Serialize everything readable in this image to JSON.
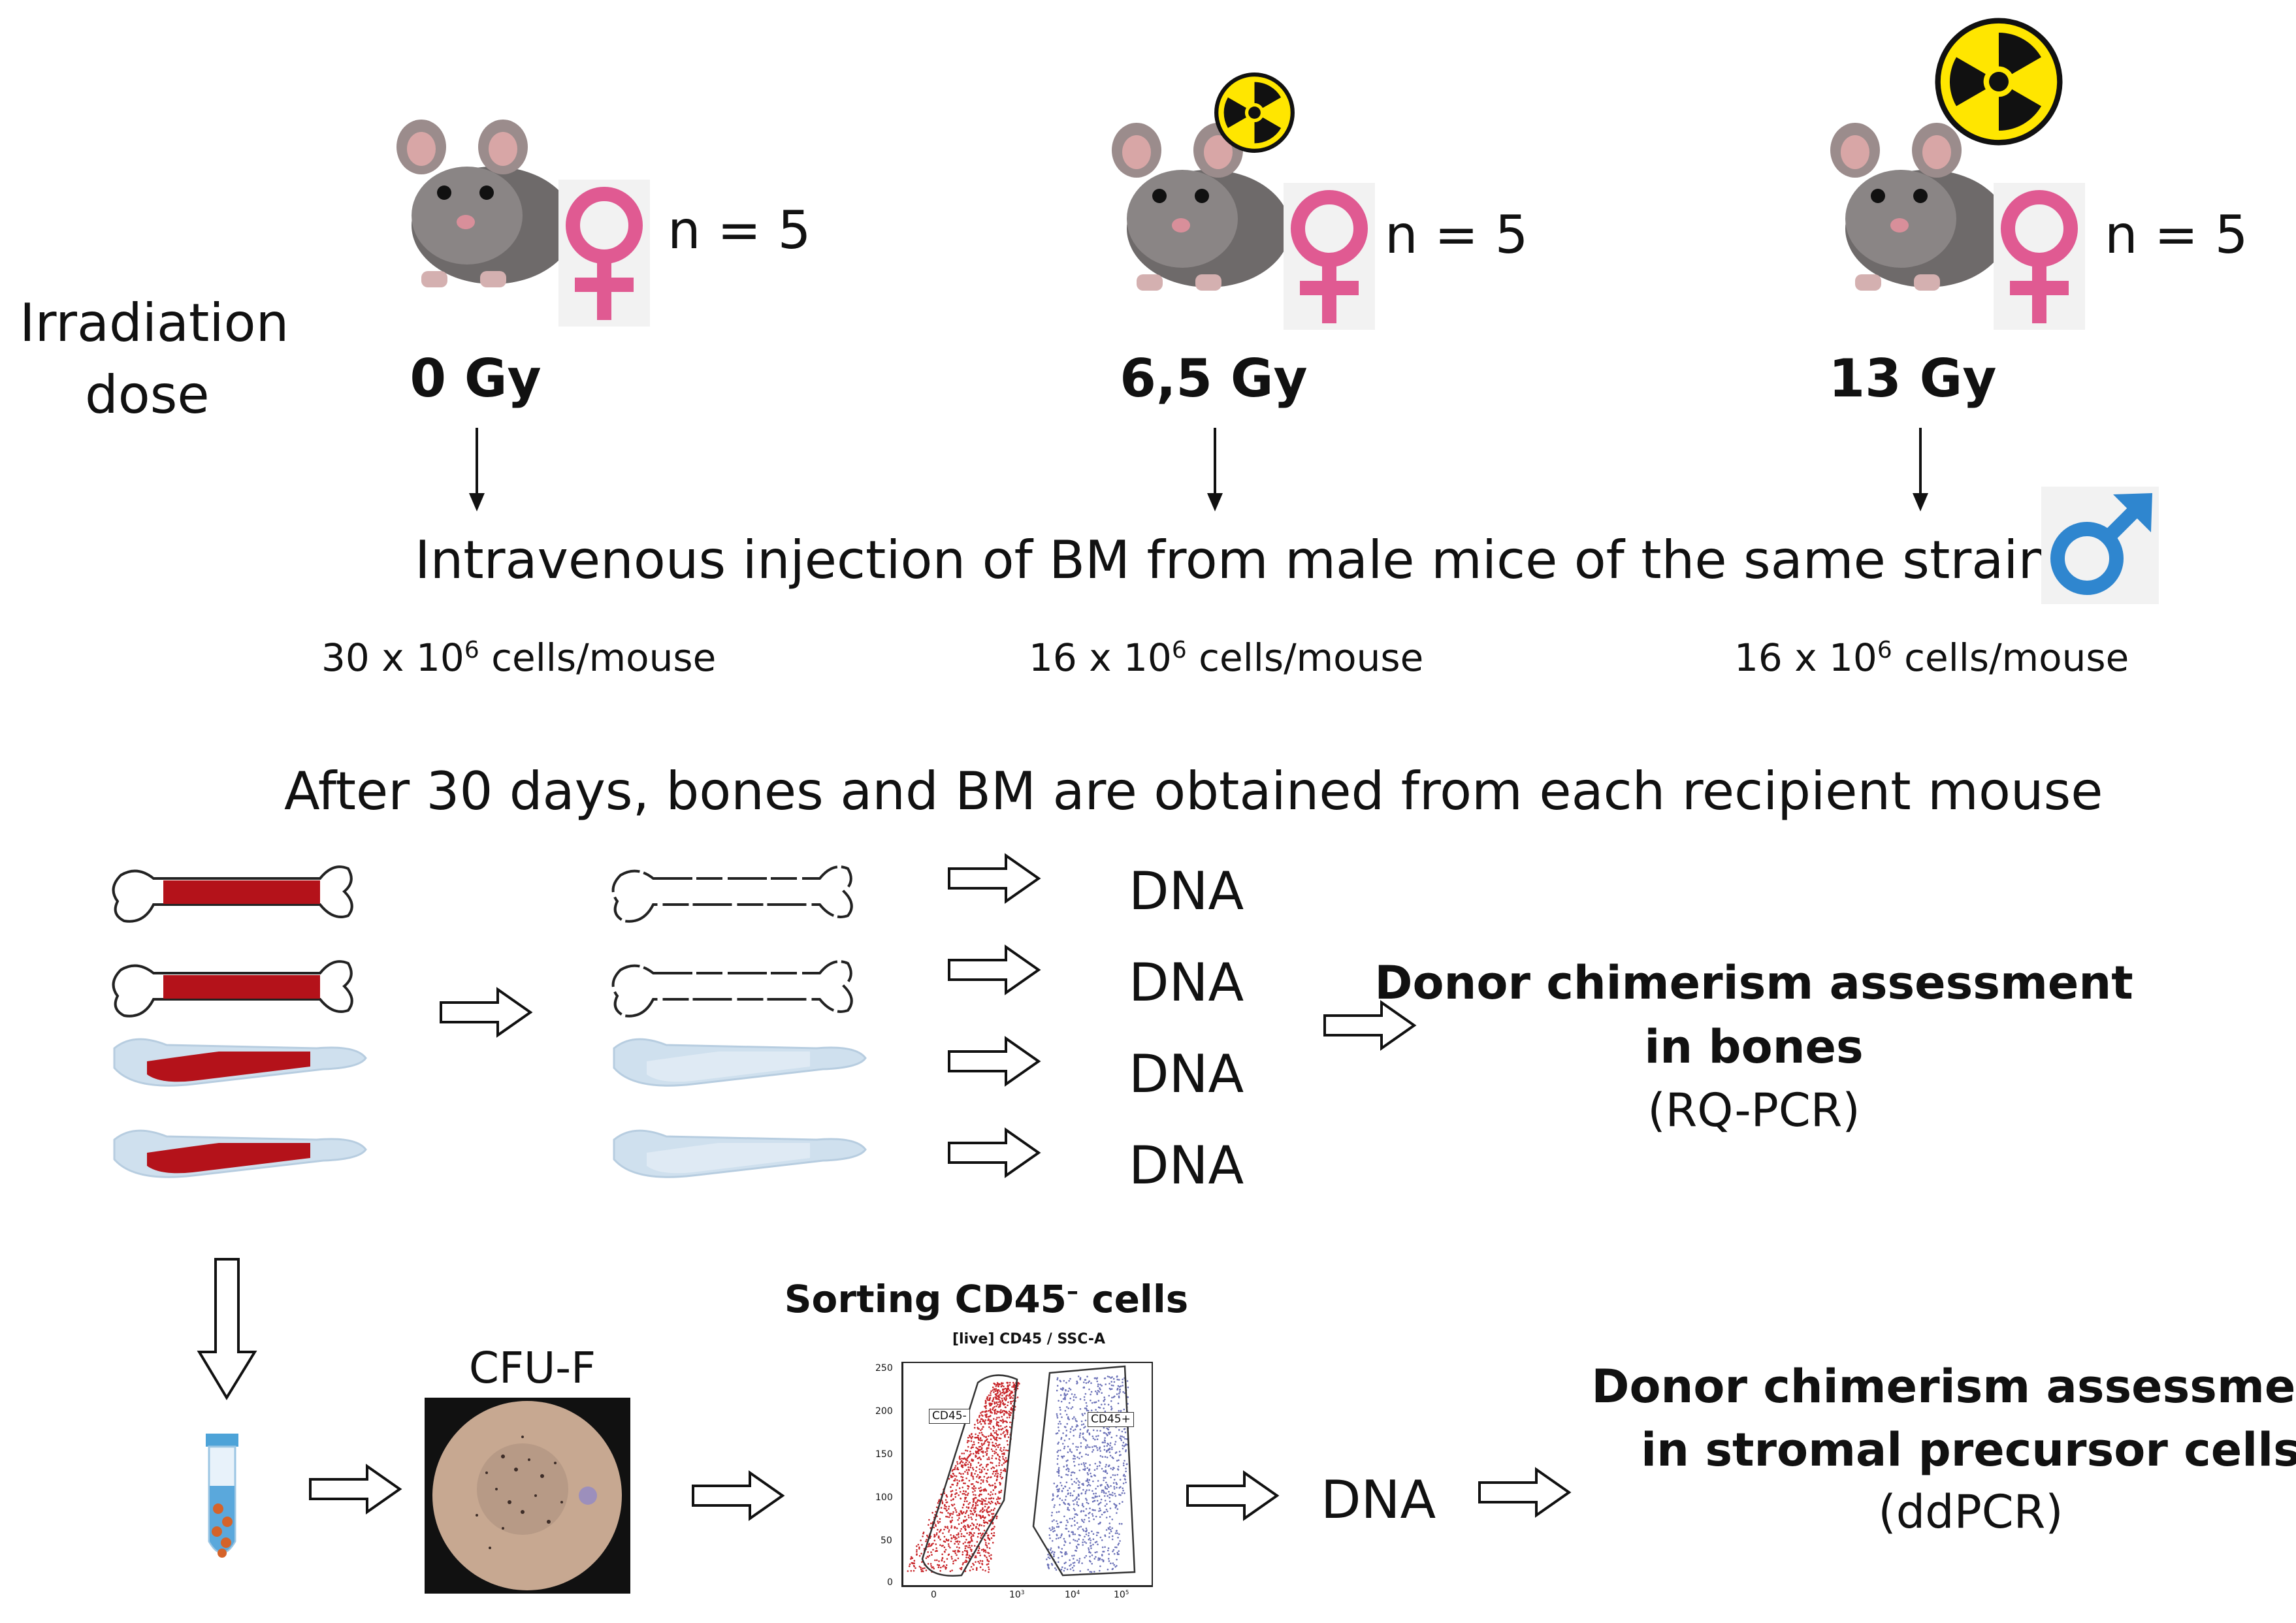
{
  "irradiation_label": [
    "Irradiation",
    "dose"
  ],
  "groups": [
    {
      "dose": "0 Gy",
      "n": "n = 5",
      "cells_prefix": "30 x 10",
      "cells_exp": "6",
      "cells_suffix": " cells/mouse"
    },
    {
      "dose": "6,5 Gy",
      "n": "n = 5",
      "cells_prefix": "16 x 10",
      "cells_exp": "6",
      "cells_suffix": " cells/mouse"
    },
    {
      "dose": "13 Gy",
      "n": "n = 5",
      "cells_prefix": "16 x 10",
      "cells_exp": "6",
      "cells_suffix": " cells/mouse"
    }
  ],
  "injection_text": "Intravenous injection of BM from male mice of the same strain",
  "after_text": "After 30 days, bones and BM are obtained from each recipient mouse",
  "dna_label": "DNA",
  "bones_assessment": {
    "line1": "Donor chimerism assessment",
    "line2": "in bones",
    "method": "(RQ-PCR)"
  },
  "cfu_label": "CFU-F",
  "sorting": {
    "prefix": "Sorting CD45",
    "sup": "–",
    "suffix": " cells"
  },
  "flow_plot": {
    "title": "[live] CD45 / SSC-A",
    "gates": [
      "CD45-",
      "CD45+"
    ],
    "y_ticks": [
      "250",
      "200",
      "150",
      "100",
      "50",
      "0"
    ],
    "x_ticks": [
      "0",
      "10",
      "10",
      "10"
    ],
    "x_tick_exps": [
      "",
      "3",
      "4",
      "5"
    ]
  },
  "stromal_assessment": {
    "line1": "Donor chimerism assessment",
    "line2": "in stromal precursor cells",
    "method": "(ddPCR)"
  },
  "colors": {
    "marrow_red": "#b4121a",
    "bone_blue": "#cfe0ee",
    "female_pink": "#e05a92",
    "male_blue": "#2f86cf",
    "radiation_yellow": "#ffe600"
  }
}
